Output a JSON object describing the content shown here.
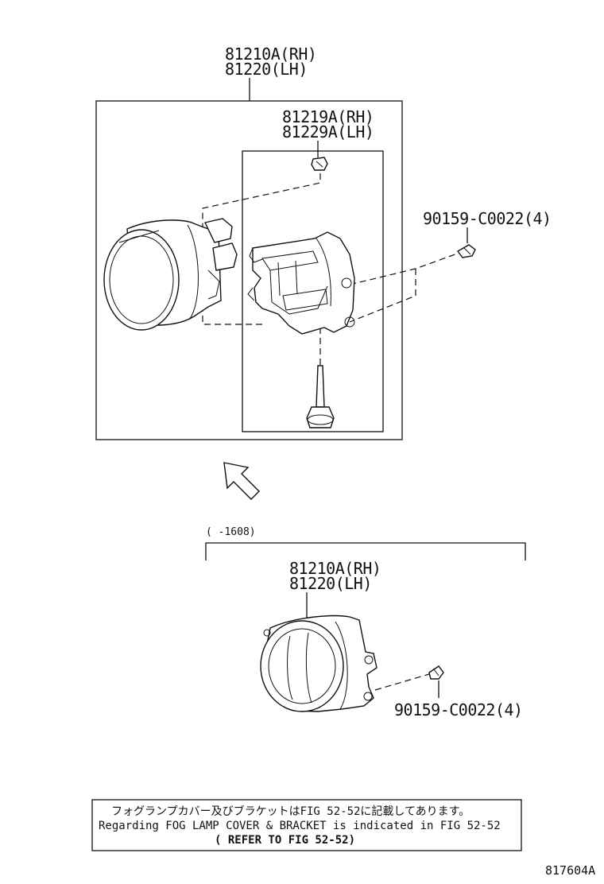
{
  "upper_assembly": {
    "part_rh": "81210A(RH)",
    "part_lh": "81220(LH)",
    "lamp_unit_rh": "81219A(RH)",
    "lamp_unit_lh": "81229A(LH)",
    "screw": "90159-C0022(4)"
  },
  "lower_assembly": {
    "range_label": "(    -1608)",
    "part_rh": "81210A(RH)",
    "part_lh": "81220(LH)",
    "screw": "90159-C0022(4)"
  },
  "note": {
    "japanese": "フォグランプカバー及びブラケットはFIG 52-52に記載してあります。",
    "english": "Regarding FOG LAMP COVER & BRACKET is indicated in FIG 52-52",
    "refer": "( REFER TO FIG 52-52)"
  },
  "figure_ref": "817604A"
}
